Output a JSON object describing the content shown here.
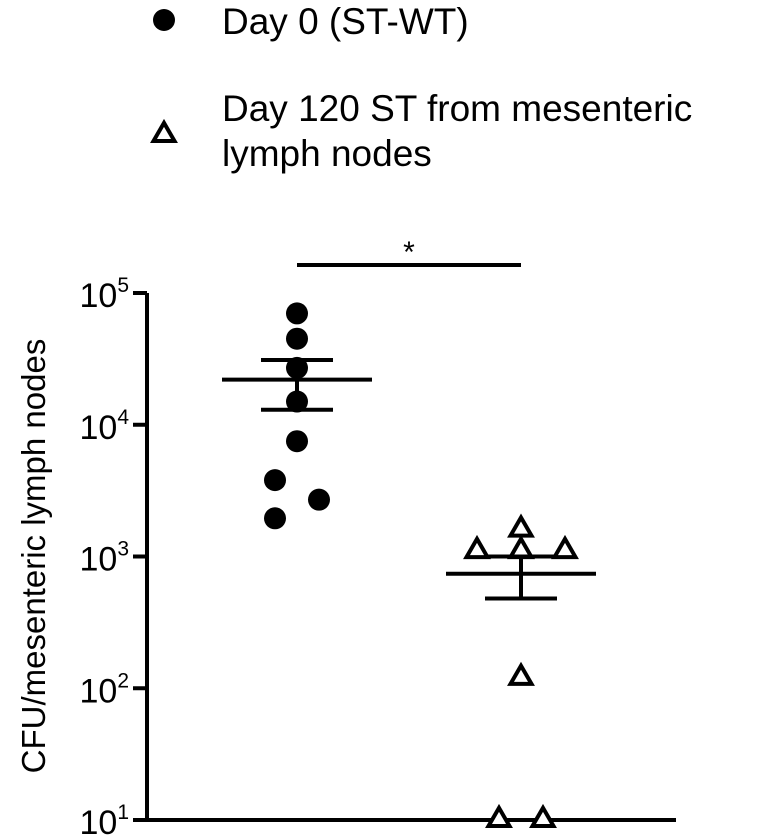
{
  "chart_data": {
    "type": "scatter",
    "ylabel": "CFU/mesenteric lymph nodes",
    "yscale": "log",
    "ylim": [
      10,
      100000
    ],
    "yticks": [
      {
        "value": 10,
        "base": "10",
        "exp": "1"
      },
      {
        "value": 100,
        "base": "10",
        "exp": "2"
      },
      {
        "value": 1000,
        "base": "10",
        "exp": "3"
      },
      {
        "value": 10000,
        "base": "10",
        "exp": "4"
      },
      {
        "value": 100000,
        "base": "10",
        "exp": "5"
      }
    ],
    "legend_position": "top",
    "legend": [
      {
        "name": "Day 0 (ST-WT)",
        "lines": [
          "Day 0 (ST-WT)"
        ],
        "marker": "circle"
      },
      {
        "name": "Day 120 ST from mesenteric lymph nodes",
        "lines": [
          "Day 120 ST from mesenteric",
          "lymph nodes"
        ],
        "marker": "open-triangle"
      }
    ],
    "series": [
      {
        "name": "Day 0 (ST-WT)",
        "marker": "circle",
        "group_index": 0,
        "points": [
          {
            "y": 70000,
            "jitter": 0
          },
          {
            "y": 45000,
            "jitter": 0
          },
          {
            "y": 27000,
            "jitter": 0
          },
          {
            "y": 15000,
            "jitter": 0
          },
          {
            "y": 7500,
            "jitter": 0
          },
          {
            "y": 3800,
            "jitter": -1
          },
          {
            "y": 2700,
            "jitter": 1
          },
          {
            "y": 1950,
            "jitter": -1
          }
        ],
        "mean": 22000,
        "sem": [
          13000,
          31000
        ]
      },
      {
        "name": "Day 120 ST from mesenteric lymph nodes",
        "marker": "open-triangle",
        "group_index": 1,
        "points": [
          {
            "y": 1600,
            "jitter": 0
          },
          {
            "y": 1100,
            "jitter": -2
          },
          {
            "y": 1100,
            "jitter": 0
          },
          {
            "y": 1100,
            "jitter": 2
          },
          {
            "y": 120,
            "jitter": 0
          },
          {
            "y": 10,
            "jitter": -1
          },
          {
            "y": 10,
            "jitter": 1
          }
        ],
        "mean": 740,
        "sem": [
          480,
          1000
        ]
      }
    ],
    "annotations": [
      {
        "text": "*",
        "from_group": 0,
        "to_group": 1
      }
    ],
    "grid": false
  }
}
